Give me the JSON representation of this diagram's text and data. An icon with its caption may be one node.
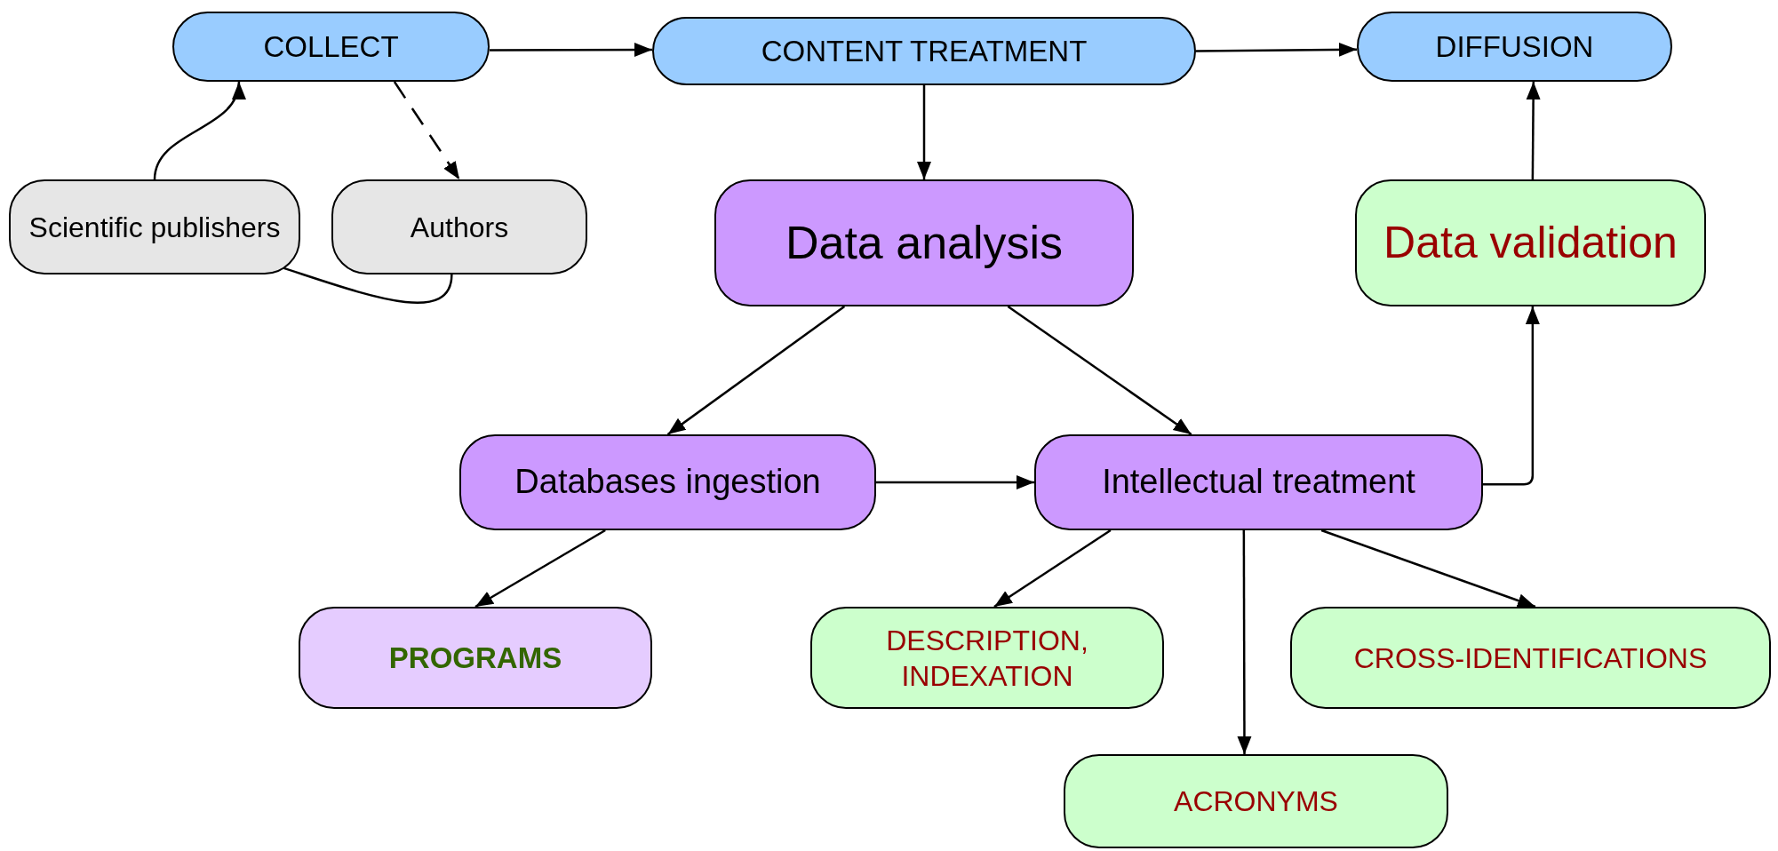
{
  "diagram": {
    "nodes": [
      {
        "text": [
          "COLLECT"
        ]
      },
      {
        "text": [
          "CONTENT TREATMENT"
        ]
      },
      {
        "text": [
          "DIFFUSION"
        ]
      },
      {
        "text": [
          "Scientific publishers"
        ]
      },
      {
        "text": [
          "Authors"
        ]
      },
      {
        "text": [
          "Data analysis"
        ]
      },
      {
        "text": [
          "Data validation"
        ]
      },
      {
        "text": [
          "Databases ingestion"
        ]
      },
      {
        "text": [
          "Intellectual treatment"
        ]
      },
      {
        "text": [
          "PROGRAMS"
        ]
      },
      {
        "text": [
          "DESCRIPTION, INDEXATION"
        ]
      },
      {
        "text": [
          "CROSS-IDENTIFICATIONS"
        ]
      },
      {
        "text": [
          "ACRONYMS"
        ]
      }
    ],
    "edges": [
      {
        "from": 0,
        "to": 1,
        "arrow": "to"
      },
      {
        "from": 1,
        "to": 2,
        "arrow": "to"
      },
      {
        "from": 1,
        "to": 5,
        "arrow": "to"
      },
      {
        "from": 0,
        "to": 4,
        "arrow": "to",
        "style": "dashed"
      },
      {
        "from": 3,
        "to": 0,
        "arrow": "to"
      },
      {
        "from": 4,
        "to": 3,
        "arrow": "to"
      },
      {
        "from": 5,
        "to": 7,
        "arrow": "to"
      },
      {
        "from": 5,
        "to": 8,
        "arrow": "to"
      },
      {
        "from": 7,
        "to": 8,
        "arrow": "to"
      },
      {
        "from": 7,
        "to": 9,
        "arrow": "to"
      },
      {
        "from": 8,
        "to": 10,
        "arrow": "to"
      },
      {
        "from": 8,
        "to": 12,
        "arrow": "to"
      },
      {
        "from": 8,
        "to": 11,
        "arrow": "to"
      },
      {
        "from": 8,
        "to": 6,
        "arrow": "to"
      },
      {
        "from": 6,
        "to": 2,
        "arrow": "to"
      }
    ]
  }
}
